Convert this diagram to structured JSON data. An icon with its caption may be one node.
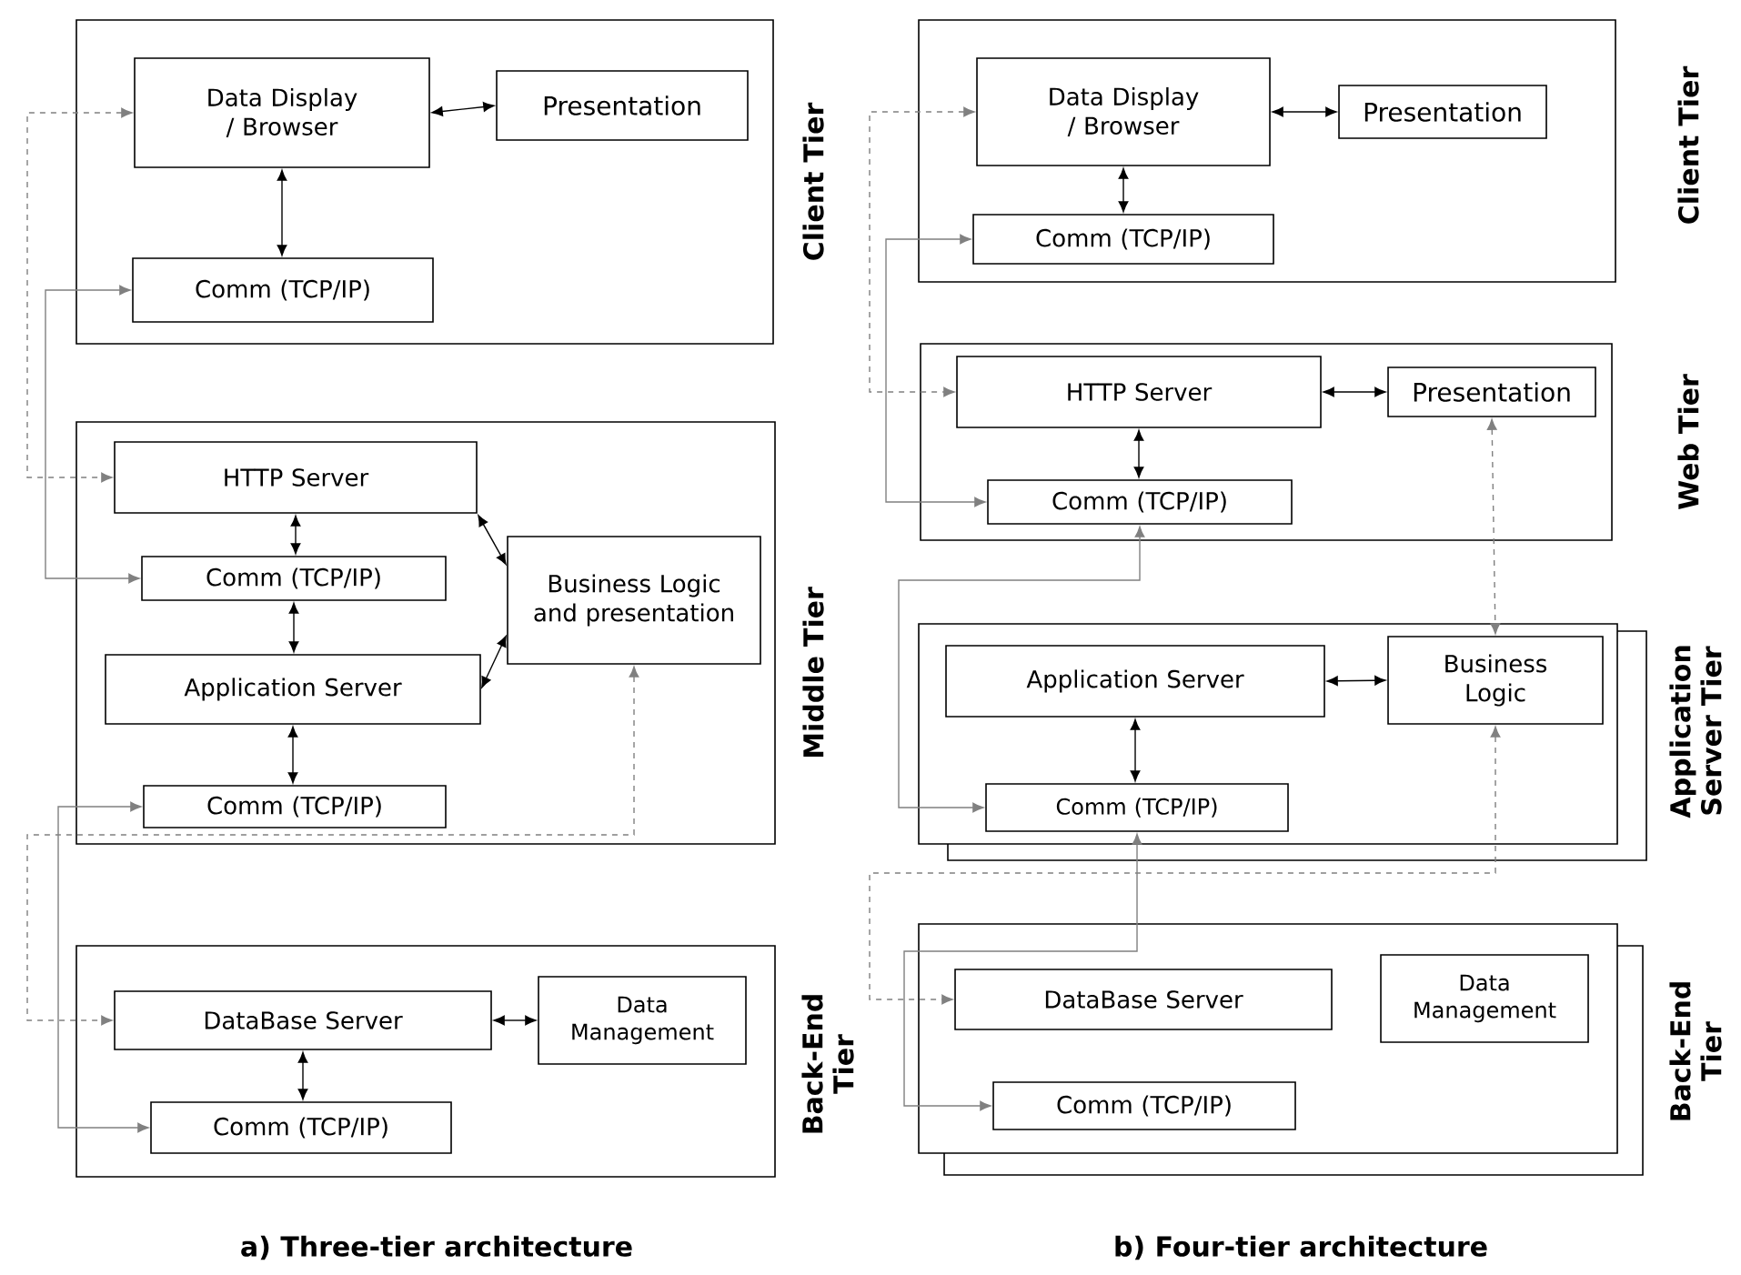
{
  "diagram": {
    "nodes": [
      {
        "text": [
          "Client Tier"
        ]
      },
      {
        "text": [
          "Data Display / Browser"
        ],
        "in": 0
      },
      {
        "text": [
          "Presentation"
        ],
        "in": 0
      },
      {
        "text": [
          "Comm (TCP/IP)"
        ],
        "in": 0
      },
      {
        "text": [
          "Middle Tier"
        ]
      },
      {
        "text": [
          "HTTP Server"
        ],
        "in": 4
      },
      {
        "text": [
          "Comm (TCP/IP)"
        ],
        "in": 4
      },
      {
        "text": [
          "Application Server"
        ],
        "in": 4
      },
      {
        "text": [
          "Business Logic and presentation"
        ],
        "in": 4
      },
      {
        "text": [
          "Comm (TCP/IP)"
        ],
        "in": 4
      },
      {
        "text": [
          "Back-End Tier"
        ]
      },
      {
        "text": [
          "DataBase Server"
        ],
        "in": 10
      },
      {
        "text": [
          "Data Management"
        ],
        "in": 10
      },
      {
        "text": [
          "Comm (TCP/IP)"
        ],
        "in": 10
      },
      {
        "text": [
          "Client Tier"
        ]
      },
      {
        "text": [
          "Data Display / Browser"
        ],
        "in": 14
      },
      {
        "text": [
          "Presentation"
        ],
        "in": 14
      },
      {
        "text": [
          "Comm (TCP/IP)"
        ],
        "in": 14
      },
      {
        "text": [
          "Web Tier"
        ]
      },
      {
        "text": [
          "HTTP Server"
        ],
        "in": 18
      },
      {
        "text": [
          "Presentation"
        ],
        "in": 18
      },
      {
        "text": [
          "Comm (TCP/IP)"
        ],
        "in": 18
      },
      {
        "text": [
          "Application Server Tier"
        ]
      },
      {
        "text": [
          "Application Server"
        ],
        "in": 22
      },
      {
        "text": [
          "Business Logic"
        ],
        "in": 22
      },
      {
        "text": [
          "Comm (TCP/IP)"
        ],
        "in": 22
      },
      {
        "text": [
          "Back-End Tier"
        ]
      },
      {
        "text": [
          "DataBase Server"
        ],
        "in": 26
      },
      {
        "text": [
          "Data Management"
        ],
        "in": 26
      },
      {
        "text": [
          "Comm (TCP/IP)"
        ],
        "in": 26
      }
    ],
    "edges": [
      {
        "from": 1,
        "to": 2,
        "arrow": "both"
      },
      {
        "from": 1,
        "to": 3,
        "arrow": "both"
      },
      {
        "from": 1,
        "to": 5,
        "arrow": "both",
        "style": "dashed",
        "color": "#808080"
      },
      {
        "from": 3,
        "to": 6,
        "arrow": "both",
        "color": "#808080"
      },
      {
        "from": 5,
        "to": 6,
        "arrow": "both"
      },
      {
        "from": 6,
        "to": 7,
        "arrow": "both"
      },
      {
        "from": 7,
        "to": 9,
        "arrow": "both"
      },
      {
        "from": 5,
        "to": 8,
        "arrow": "both"
      },
      {
        "from": 7,
        "to": 8,
        "arrow": "both"
      },
      {
        "from": 8,
        "to": 11,
        "arrow": "both",
        "style": "dashed",
        "color": "#808080"
      },
      {
        "from": 9,
        "to": 13,
        "arrow": "both",
        "color": "#808080"
      },
      {
        "from": 11,
        "to": 12,
        "arrow": "both"
      },
      {
        "from": 11,
        "to": 13,
        "arrow": "both"
      },
      {
        "from": 15,
        "to": 16,
        "arrow": "both"
      },
      {
        "from": 15,
        "to": 17,
        "arrow": "both"
      },
      {
        "from": 15,
        "to": 19,
        "arrow": "both",
        "style": "dashed",
        "color": "#808080"
      },
      {
        "from": 17,
        "to": 21,
        "arrow": "both",
        "color": "#808080"
      },
      {
        "from": 19,
        "to": 20,
        "arrow": "both"
      },
      {
        "from": 19,
        "to": 21,
        "arrow": "both"
      },
      {
        "from": 20,
        "to": 24,
        "arrow": "both",
        "style": "dashed",
        "color": "#808080"
      },
      {
        "from": 21,
        "to": 25,
        "arrow": "both",
        "color": "#808080"
      },
      {
        "from": 23,
        "to": 24,
        "arrow": "both"
      },
      {
        "from": 23,
        "to": 25,
        "arrow": "both"
      },
      {
        "from": 25,
        "to": 29,
        "arrow": "both",
        "color": "#808080"
      },
      {
        "from": 24,
        "to": 27,
        "arrow": "both",
        "style": "dashed",
        "color": "#808080"
      }
    ],
    "labels": [
      "a) Three-tier architecture",
      "b) Four-tier architecture"
    ]
  }
}
